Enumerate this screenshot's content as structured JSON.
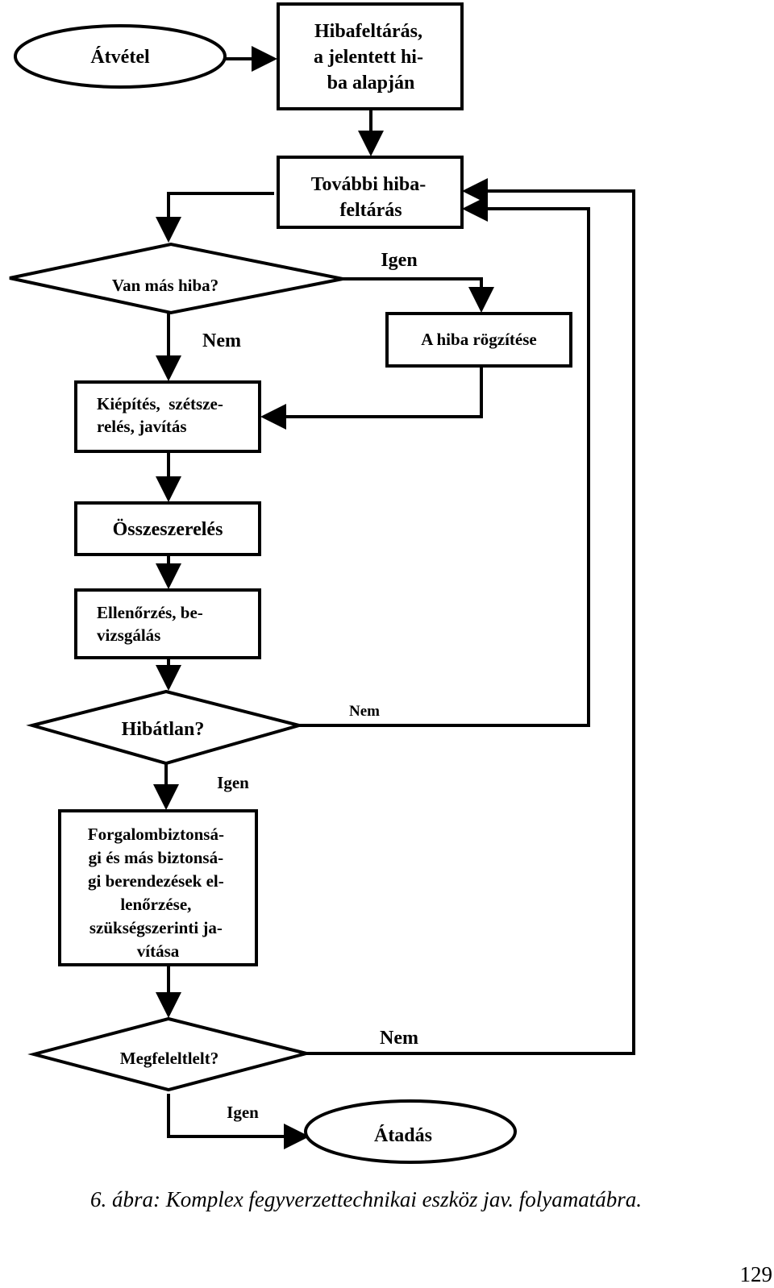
{
  "nodes": {
    "atvetel": "Átvétel",
    "hibafeltaras": [
      "Hibafeltárás,",
      "a jelentett hi-",
      "ba alapján"
    ],
    "tovabbi": [
      "További hiba-",
      "feltárás"
    ],
    "van_mas_hiba": "Van más hiba?",
    "rogzites": "A hiba rögzítése",
    "kiepites": [
      "Kiépítés,  szétsze-",
      "relés, javítás"
    ],
    "osszeszereles": "Összeszerelés",
    "ellenorzes": [
      "Ellenőrzés, be-",
      "vizsgálás"
    ],
    "hibatlan": "Hibátlan?",
    "forgalom": [
      "Forgalombiztonsá-",
      "gi és más biztonsá-",
      "gi berendezések el-",
      "lenőrzése,",
      "szükségszerinti ja-",
      "vítása"
    ],
    "megfelelt": "Megfeleltlelt?",
    "atadas": "Átadás"
  },
  "labels": {
    "igen_1": "Igen",
    "nem_1": "Nem",
    "nem_2": "Nem",
    "igen_2": "Igen",
    "nem_3": "Nem",
    "igen_3": "Igen"
  },
  "caption": "6. ábra: Komplex fegyverzettechnikai eszköz jav. folyamatábra.",
  "page_number": "129"
}
